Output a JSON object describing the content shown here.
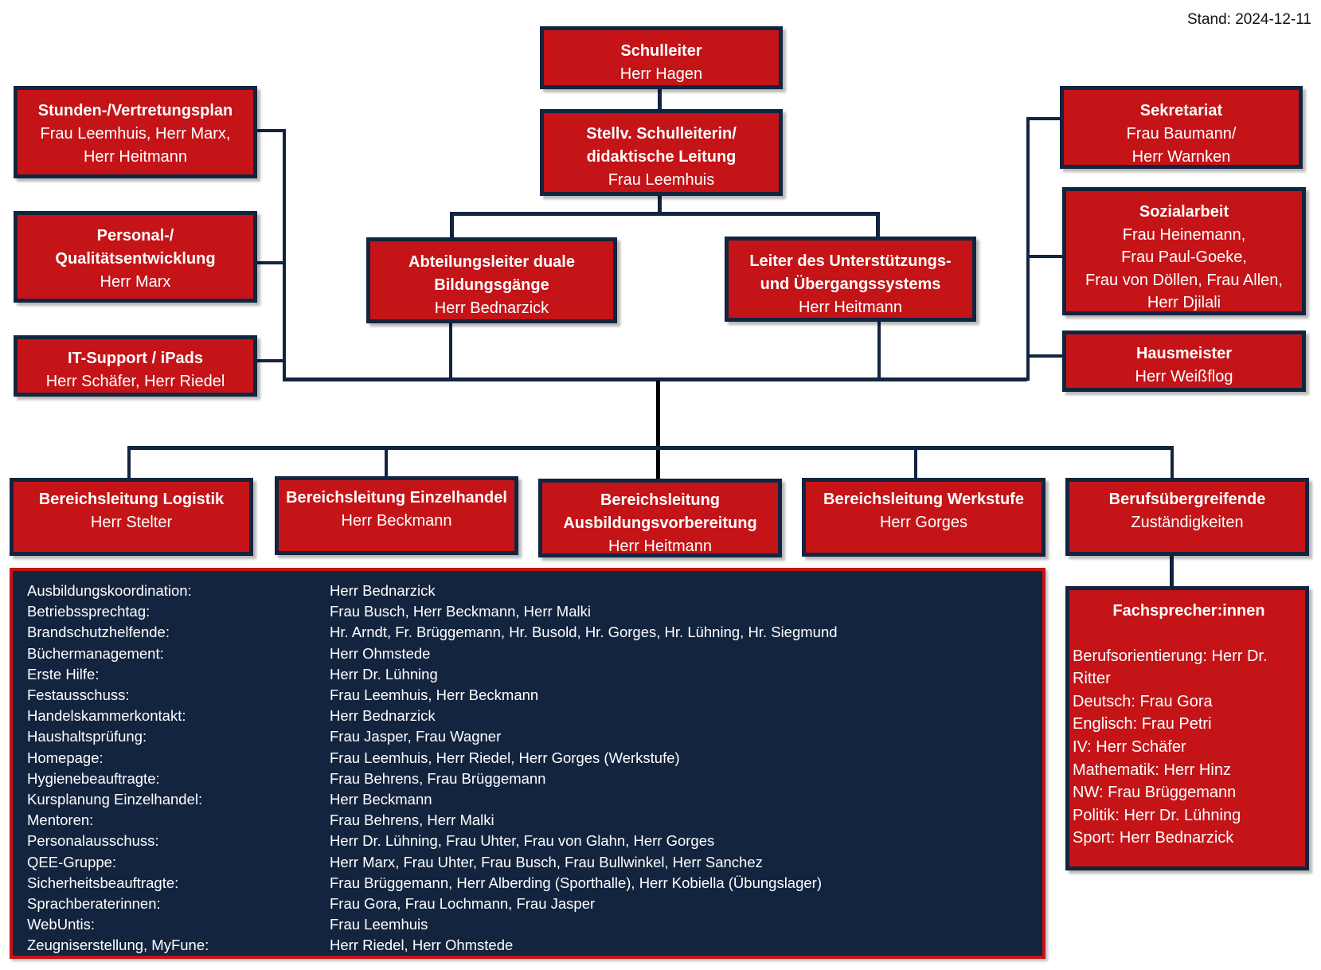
{
  "stand": "Stand: 2024-12-11",
  "top": {
    "schulleiter": {
      "title": "Schulleiter",
      "name": "Herr Hagen"
    },
    "stellv": {
      "title_lines": [
        "Stellv. Schulleiterin/",
        "didaktische Leitung"
      ],
      "name": "Frau Leemhuis"
    }
  },
  "departments": {
    "dual": {
      "title_lines": [
        "Abteilungsleiter duale",
        "Bildungsgänge"
      ],
      "name": "Herr Bednarzick"
    },
    "uebergang": {
      "title_lines": [
        "Leiter des Unterstützungs-",
        "und Übergangssystems"
      ],
      "name": "Herr Heitmann"
    }
  },
  "left_staff": [
    {
      "title": "Stunden-/Vertretungsplan",
      "name_lines": [
        "Frau Leemhuis, Herr Marx,",
        "Herr Heitmann"
      ]
    },
    {
      "title_lines": [
        "Personal-/",
        "Qualitätsentwicklung"
      ],
      "name": "Herr Marx"
    },
    {
      "title": "IT-Support / iPads",
      "name": "Herr Schäfer, Herr Riedel"
    }
  ],
  "right_staff": [
    {
      "title": "Sekretariat",
      "name_lines": [
        "Frau Baumann/",
        "Herr Warnken"
      ]
    },
    {
      "title": "Sozialarbeit",
      "name_lines": [
        "Frau Heinemann,",
        "Frau Paul-Goeke,",
        "Frau von Döllen, Frau Allen,",
        "Herr Djilali"
      ]
    },
    {
      "title": "Hausmeister",
      "name": "Herr Weißflog"
    }
  ],
  "areas": [
    {
      "title": "Bereichsleitung Logistik",
      "name": "Herr Stelter"
    },
    {
      "title": "Bereichsleitung Einzelhandel",
      "name": "Herr Beckmann"
    },
    {
      "title_lines": [
        "Bereichsleitung",
        "Ausbildungsvorbereitung"
      ],
      "name": "Herr Heitmann"
    },
    {
      "title": "Bereichsleitung Werkstufe",
      "name": "Herr Gorges"
    },
    {
      "title": "Berufsübergreifende",
      "name": "Zuständigkeiten"
    }
  ],
  "responsibilities": [
    {
      "role": "Ausbildungskoordination:",
      "people": "Herr Bednarzick"
    },
    {
      "role": "Betriebssprechtag:",
      "people": "Frau Busch, Herr Beckmann, Herr Malki"
    },
    {
      "role": "Brandschutzhelfende:",
      "people": "Hr. Arndt, Fr. Brüggemann, Hr. Busold, Hr. Gorges, Hr. Lühning, Hr. Siegmund"
    },
    {
      "role": "Büchermanagement:",
      "people": "Herr Ohmstede"
    },
    {
      "role": "Erste Hilfe:",
      "people": "Herr Dr. Lühning"
    },
    {
      "role": "Festausschuss:",
      "people": "Frau Leemhuis, Herr Beckmann"
    },
    {
      "role": "Handelskammerkontakt:",
      "people": "Herr Bednarzick"
    },
    {
      "role": "Haushaltsprüfung:",
      "people": "Frau Jasper, Frau Wagner"
    },
    {
      "role": "Homepage:",
      "people": "Frau Leemhuis, Herr Riedel, Herr Gorges (Werkstufe)"
    },
    {
      "role": "Hygienebeauftragte:",
      "people": "Frau Behrens, Frau Brüggemann"
    },
    {
      "role": "Kursplanung Einzelhandel:",
      "people": "Herr Beckmann"
    },
    {
      "role": "Mentoren:",
      "people": "Frau Behrens, Herr Malki"
    },
    {
      "role": "Personalausschuss:",
      "people": "Herr Dr. Lühning, Frau Uhter, Frau von Glahn, Herr Gorges"
    },
    {
      "role": "QEE-Gruppe:",
      "people": "Herr Marx, Frau Uhter, Frau Busch, Frau Bullwinkel, Herr Sanchez"
    },
    {
      "role": "Sicherheitsbeauftragte:",
      "people": "Frau Brüggemann, Herr Alberding (Sporthalle), Herr Kobiella (Übungslager)"
    },
    {
      "role": "Sprachberaterinnen:",
      "people": "Frau Gora, Frau Lochmann, Frau Jasper"
    },
    {
      "role": "WebUntis:",
      "people": "Frau Leemhuis"
    },
    {
      "role": "Zeugniserstellung, MyFune:",
      "people": "Herr Riedel, Herr Ohmstede"
    }
  ],
  "fachsprecher": {
    "title": "Fachsprecher:innen",
    "items": [
      "Berufsorientierung: Herr Dr.",
      "Ritter",
      "Deutsch: Frau Gora",
      "Englisch: Frau Petri",
      "IV: Herr Schäfer",
      "Mathematik: Herr Hinz",
      "NW: Frau Brüggemann",
      "Politik: Herr Dr. Lühning",
      "Sport: Herr Bednarzick"
    ]
  },
  "colors": {
    "box_fill": "#c41418",
    "box_border": "#13243f",
    "table_fill": "#13243f",
    "table_border": "#c41418"
  }
}
